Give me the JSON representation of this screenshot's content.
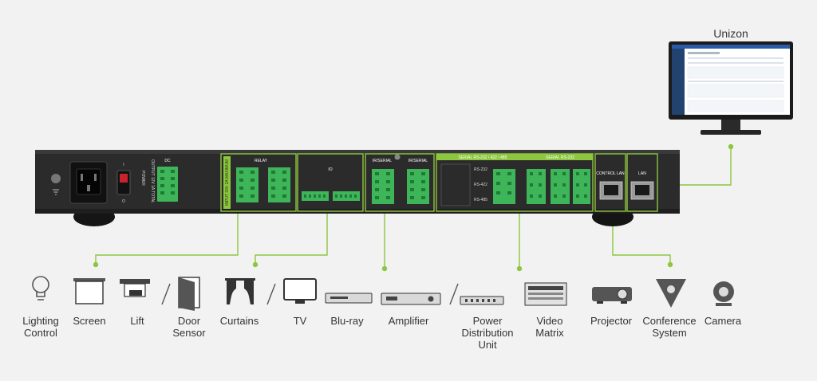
{
  "software": {
    "name": "Unizon"
  },
  "device": {
    "dc_label": "DC",
    "power_label": "POWER",
    "output_label": "OUTPUT 12V 1A TOTAL",
    "relay_label": "RELAY",
    "relay_side_label": "INPUT 30V 2A MAXIMUM",
    "io_label": "IO",
    "ir_serial_label_1": "IR/SERIAL",
    "ir_serial_label_2": "IR/SERIAL",
    "serial_mixed_label": "SERIAL RS-232 / 422 / 485",
    "serial_232_label": "SERIAL RS-232",
    "control_lan_label": "CONTROL LAN",
    "lan_label": "LAN",
    "port_tag_232": "RS-232",
    "port_tag_422": "RS-422",
    "port_tag_485": "RS-485"
  },
  "devices": [
    {
      "label": "Lighting\nControl",
      "icon": "bulb-icon"
    },
    {
      "label": "Screen",
      "icon": "projection-screen-icon"
    },
    {
      "label": "Lift",
      "icon": "projector-lift-icon"
    },
    {
      "label": "Door\nSensor",
      "icon": "door-icon"
    },
    {
      "label": "Curtains",
      "icon": "curtains-icon"
    },
    {
      "label": "TV",
      "icon": "tv-icon"
    },
    {
      "label": "Blu-ray",
      "icon": "bluray-player-icon"
    },
    {
      "label": "Amplifier",
      "icon": "amplifier-icon"
    },
    {
      "label": "Power\nDistribution\nUnit",
      "icon": "power-strip-icon"
    },
    {
      "label": "Video\nMatrix",
      "icon": "video-matrix-icon"
    },
    {
      "label": "Projector",
      "icon": "projector-icon"
    },
    {
      "label": "Conference\nSystem",
      "icon": "conference-mic-icon"
    },
    {
      "label": "Camera",
      "icon": "webcam-icon"
    }
  ],
  "colors": {
    "accent": "#8dc63f",
    "chassis": "#2b2b2b",
    "terminal": "#3fb55a",
    "label": "#333333",
    "background": "#f2f2f2"
  }
}
